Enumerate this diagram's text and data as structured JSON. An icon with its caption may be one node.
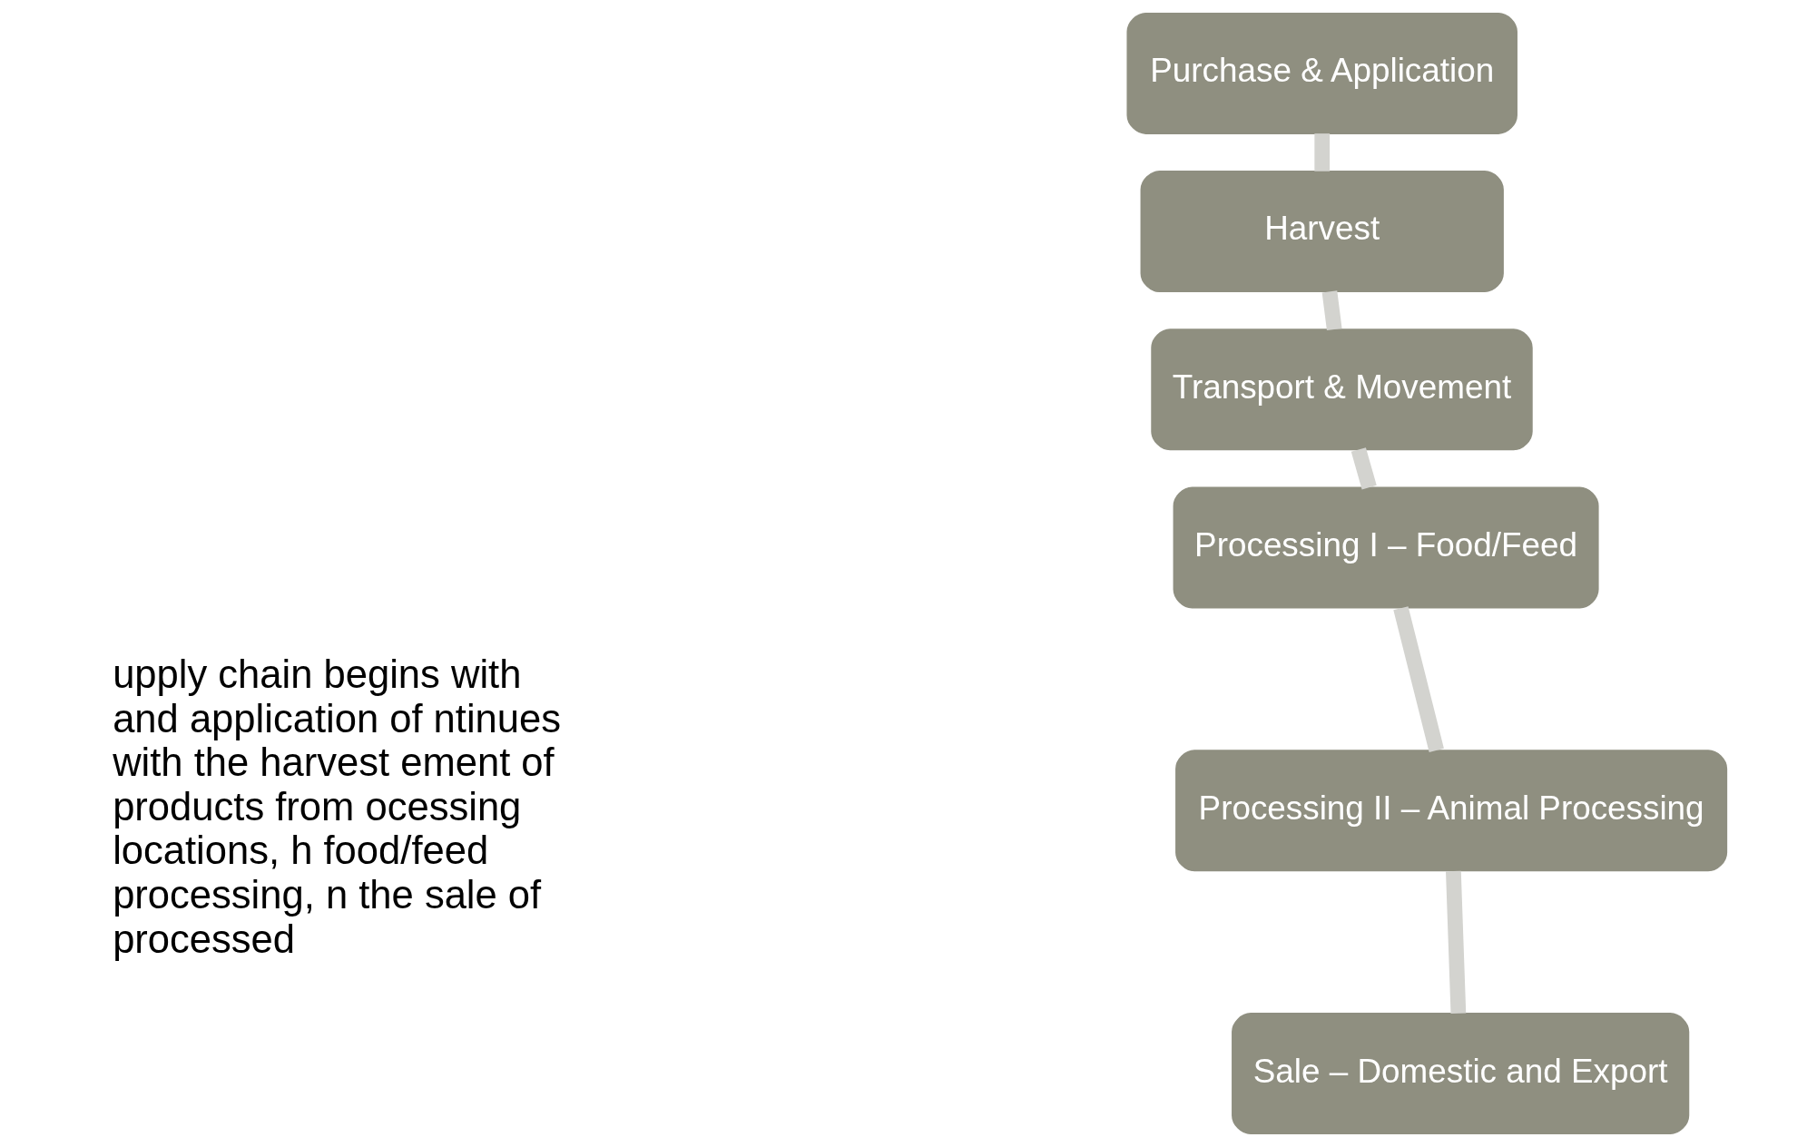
{
  "diagram": {
    "nodes": [
      {
        "text": [
          "Purchase & Application"
        ]
      },
      {
        "text": [
          "Harvest"
        ]
      },
      {
        "text": [
          "Transport & Movement"
        ]
      },
      {
        "text": [
          "Processing I – Food/Feed"
        ]
      },
      {
        "text": [
          "Processing II – Animal Processing"
        ]
      },
      {
        "text": [
          "Sale – Domestic and Export"
        ]
      }
    ],
    "edges": [
      {
        "from": 0,
        "to": 1,
        "arrow": "none"
      },
      {
        "from": 1,
        "to": 2,
        "arrow": "none"
      },
      {
        "from": 2,
        "to": 3,
        "arrow": "none"
      },
      {
        "from": 3,
        "to": 4,
        "arrow": "none"
      },
      {
        "from": 4,
        "to": 5,
        "arrow": "none"
      }
    ],
    "labels": [
      "upply chain begins with and application of ntinues with the harvest ement of products from ocessing locations, h food/feed processing, n the sale of processed"
    ]
  }
}
